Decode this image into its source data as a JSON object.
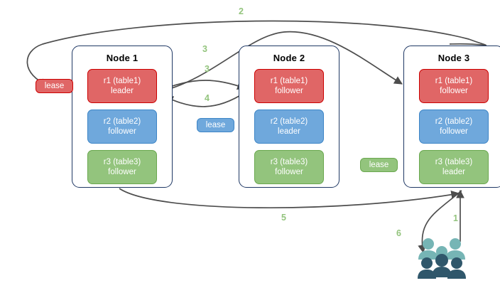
{
  "diagram": {
    "title": "",
    "colors": {
      "replica_red": "#e06666",
      "replica_red_border": "#cc0000",
      "replica_blue": "#6fa8dc",
      "replica_blue_border": "#3d85c6",
      "replica_green": "#93c47d",
      "replica_green_border": "#6aa84f",
      "node_border": "#1f3864",
      "edge": "#4d4d4d",
      "label": "#93c47d",
      "users_light": "#76b5b5",
      "users_dark": "#30576b"
    }
  },
  "nodes": [
    {
      "title": "Node 1",
      "replicas": [
        {
          "name": "r1 (table1)",
          "role": "leader",
          "color": "red"
        },
        {
          "name": "r2 (table2)",
          "role": "follower",
          "color": "blue"
        },
        {
          "name": "r3 (table3)",
          "role": "follower",
          "color": "green"
        }
      ]
    },
    {
      "title": "Node 2",
      "replicas": [
        {
          "name": "r1 (table1)",
          "role": "follower",
          "color": "red"
        },
        {
          "name": "r2 (table2)",
          "role": "leader",
          "color": "blue"
        },
        {
          "name": "r3 (table3)",
          "role": "follower",
          "color": "green"
        }
      ]
    },
    {
      "title": "Node 3",
      "replicas": [
        {
          "name": "r1 (table1)",
          "role": "follower",
          "color": "red"
        },
        {
          "name": "r2 (table2)",
          "role": "follower",
          "color": "blue"
        },
        {
          "name": "r3 (table3)",
          "role": "leader",
          "color": "green"
        }
      ]
    }
  ],
  "leases": [
    {
      "label": "lease",
      "color": "red"
    },
    {
      "label": "lease",
      "color": "blue"
    },
    {
      "label": "lease",
      "color": "green"
    }
  ],
  "edge_labels": [
    {
      "id": "1",
      "text": "1"
    },
    {
      "id": "2",
      "text": "2"
    },
    {
      "id": "3a",
      "text": "3"
    },
    {
      "id": "3b",
      "text": "3"
    },
    {
      "id": "4",
      "text": "4"
    },
    {
      "id": "5",
      "text": "5"
    },
    {
      "id": "6",
      "text": "6"
    }
  ],
  "actors": {
    "users_label": "users"
  }
}
